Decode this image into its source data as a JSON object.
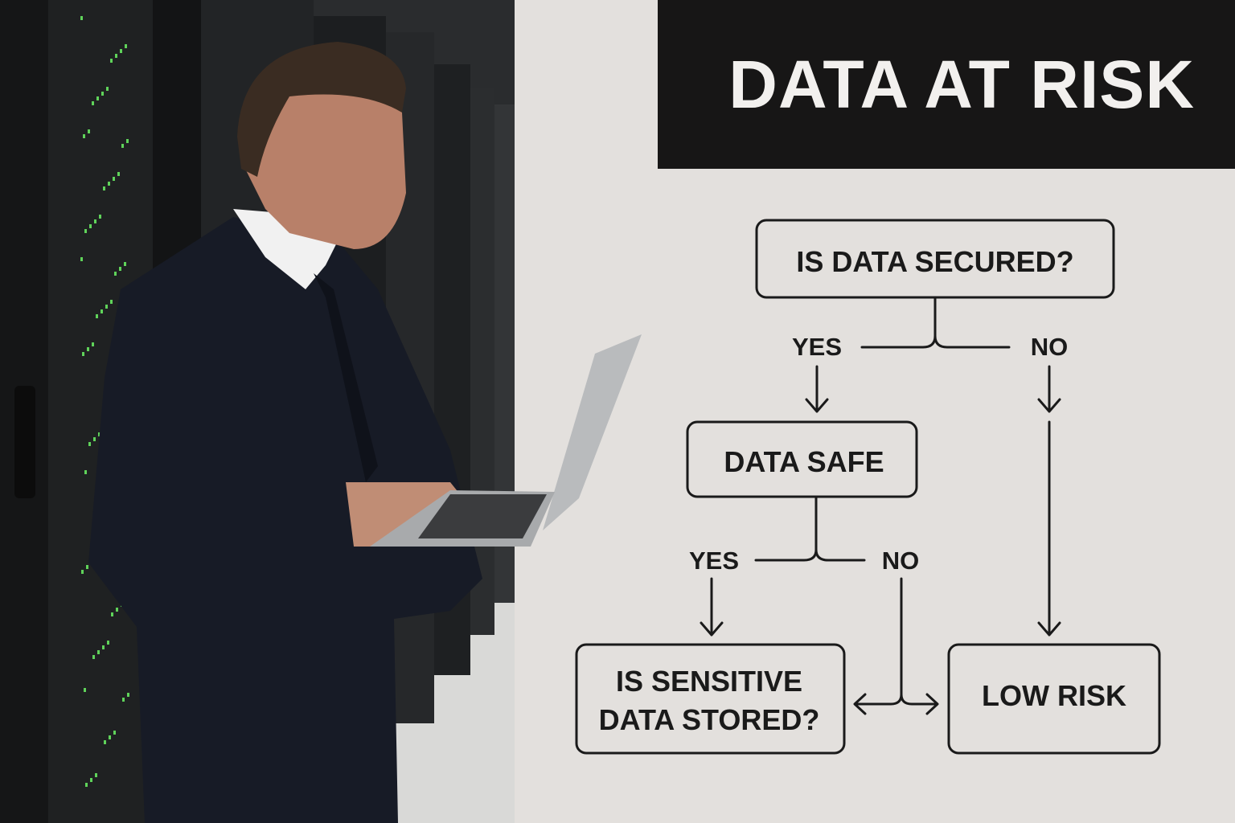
{
  "title": "DATA AT RISK",
  "flowchart": {
    "nodes": {
      "secured": "IS DATA SECURED?",
      "safe": "DATA SAFE",
      "sensitive_line1": "IS SENSITIVE",
      "sensitive_line2": "DATA STORED?",
      "low_risk": "LOW RISK"
    },
    "labels": {
      "yes1": "YES",
      "no1": "NO",
      "yes2": "YES",
      "no2": "NO"
    }
  },
  "colors": {
    "wall": "#e3e0dd",
    "title_bg": "#171616",
    "ink": "#1a1a1a",
    "rack": "#1b1d1f",
    "suit": "#171b26"
  }
}
